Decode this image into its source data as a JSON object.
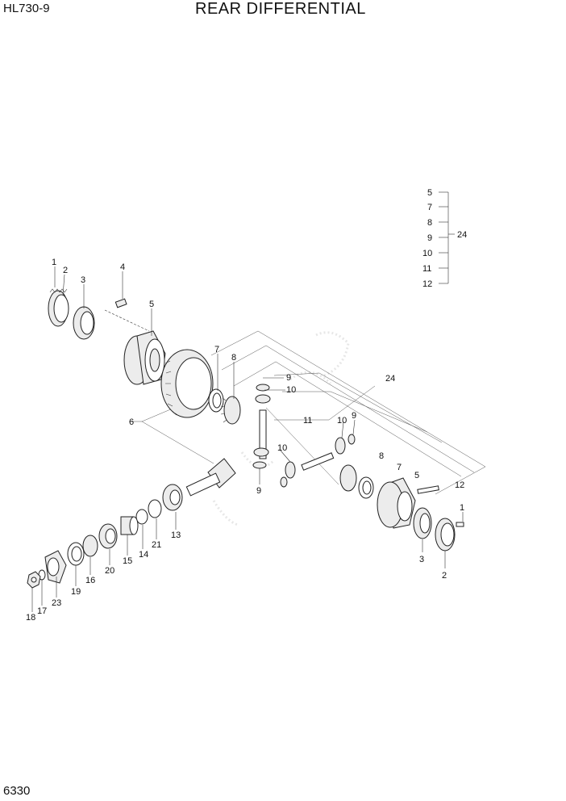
{
  "header": {
    "model": "HL730-9",
    "title": "REAR DIFFERENTIAL"
  },
  "footer": {
    "page_number": "6330"
  },
  "legend": {
    "items": [
      "5",
      "7",
      "8",
      "9",
      "10",
      "11",
      "12"
    ],
    "group": "24"
  },
  "callouts": {
    "c1a": "1",
    "c2a": "2",
    "c3a": "3",
    "c4": "4",
    "c5a": "5",
    "c6": "6",
    "c7a": "7",
    "c8a": "8",
    "c9a": "9",
    "c10a": "10",
    "c11": "11",
    "c24": "24",
    "c10b": "10",
    "c9b": "9",
    "c10c": "10",
    "c9c": "9",
    "c8b": "8",
    "c7b": "7",
    "c5b": "5",
    "c12": "12",
    "c1b": "1",
    "c3b": "3",
    "c2b": "2",
    "c13": "13",
    "c21": "21",
    "c14": "14",
    "c15": "15",
    "c20": "20",
    "c16": "16",
    "c19": "19",
    "c23": "23",
    "c17": "17",
    "c18": "18"
  }
}
